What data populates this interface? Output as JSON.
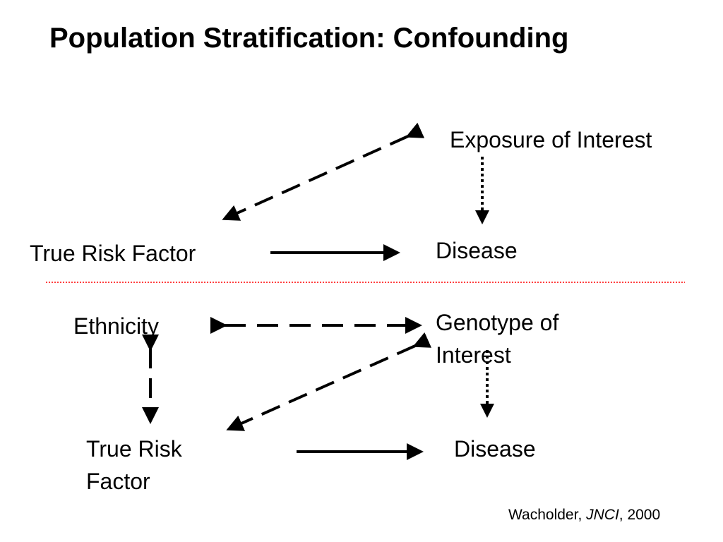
{
  "slide": {
    "title": "Population Stratification: Confounding",
    "citation": {
      "author": "Wacholder, ",
      "journal": "JNCI",
      "year": ", 2000"
    }
  },
  "top_panel": {
    "exposure": "Exposure of Interest",
    "true_risk_factor": "True Risk Factor",
    "disease": "Disease"
  },
  "bottom_panel": {
    "ethnicity": "Ethnicity",
    "genotype": "Genotype of Interest",
    "true_risk_factor": "True Risk Factor",
    "disease": "Disease"
  },
  "colors": {
    "divider": "#ff0000",
    "arrows": "#000000"
  }
}
